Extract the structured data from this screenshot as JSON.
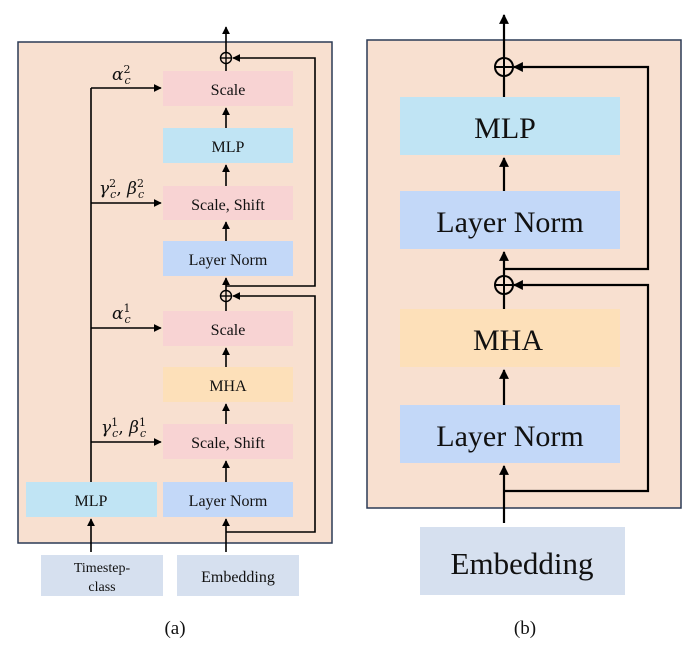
{
  "colors": {
    "frame_bg": "#f8e0d0",
    "frame_border": "#2b3a55",
    "scale": "#f8d3d3",
    "mlp": "#c0e4f4",
    "layer_norm": "#c3d8f8",
    "mha": "#fde0b9",
    "input": "#d6e0ef",
    "line": "#000000"
  },
  "panel_a": {
    "caption": "(a)",
    "blocks": {
      "scale_top": "Scale",
      "mlp_top": "MLP",
      "scale_shift_top": "Scale, Shift",
      "layer_norm_top": "Layer Norm",
      "scale_bottom": "Scale",
      "mha": "MHA",
      "scale_shift_bottom": "Scale, Shift",
      "cond_mlp": "MLP",
      "layer_norm_bottom": "Layer Norm"
    },
    "labels": {
      "alpha2": {
        "base": "α",
        "sub": "c",
        "sup": "2"
      },
      "gamma_beta2": {
        "base1": "γ",
        "base2": "β",
        "sub": "c",
        "sup": "2"
      },
      "alpha1": {
        "base": "α",
        "sub": "c",
        "sup": "1"
      },
      "gamma_beta1": {
        "base1": "γ",
        "base2": "β",
        "sub": "c",
        "sup": "1"
      }
    },
    "inputs": {
      "timestep_line1": "Timestep-",
      "timestep_line2": "class",
      "embedding": "Embedding"
    },
    "add_symbol": "⊕"
  },
  "panel_b": {
    "caption": "(b)",
    "blocks": {
      "mlp": "MLP",
      "layer_norm_top": "Layer Norm",
      "mha": "MHA",
      "layer_norm_bottom": "Layer Norm"
    },
    "inputs": {
      "embedding": "Embedding"
    }
  }
}
